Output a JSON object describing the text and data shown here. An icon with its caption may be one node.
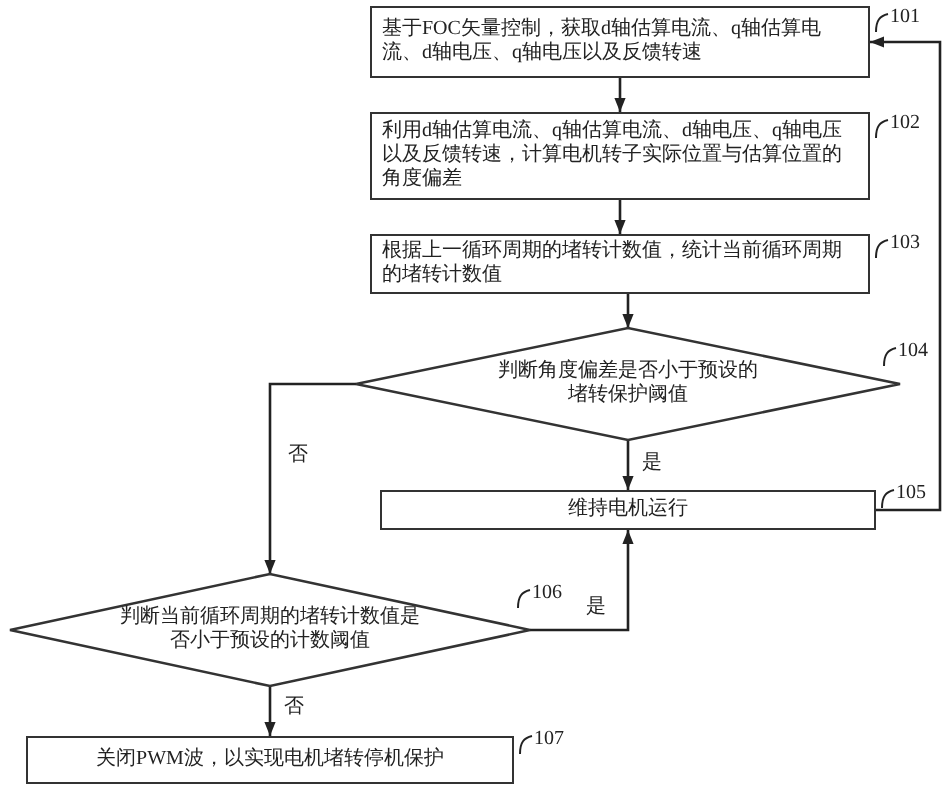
{
  "diagram": {
    "nodes": [
      {
        "text": [
          "基于FOC矢量控制，获取d轴估算电流、q轴估算电流、d轴电压、q轴电压以及反馈转速"
        ],
        "beside": [
          "101"
        ]
      },
      {
        "text": [
          "利用d轴估算电流、q轴估算电流、d轴电压、q轴电压以及反馈转速，计算电机转子实际位置与估算位置的角度偏差"
        ],
        "beside": [
          "102"
        ]
      },
      {
        "text": [
          "根据上一循环周期的堵转计数值，统计当前循环周期的堵转计数值"
        ],
        "beside": [
          "103"
        ]
      },
      {
        "text": [
          "判断角度偏差是否小于预设的堵转保护阈值"
        ],
        "beside": [
          "104"
        ]
      },
      {
        "text": [
          "维持电机运行"
        ],
        "beside": [
          "105"
        ]
      },
      {
        "text": [
          "判断当前循环周期的堵转计数值是否小于预设的计数阈值"
        ],
        "beside": [
          "106"
        ]
      },
      {
        "text": [
          "关闭PWM波，以实现电机堵转停机保护"
        ],
        "beside": [
          "107"
        ]
      }
    ],
    "edges": [
      {
        "from": 0,
        "to": 1,
        "arrow": "to"
      },
      {
        "from": 1,
        "to": 2,
        "arrow": "to"
      },
      {
        "from": 2,
        "to": 3,
        "arrow": "to"
      },
      {
        "from": 3,
        "to": 4,
        "arrow": "to",
        "label": "是"
      },
      {
        "from": 3,
        "to": 5,
        "arrow": "to",
        "label": "否"
      },
      {
        "from": 5,
        "to": 6,
        "arrow": "to",
        "label": "否"
      },
      {
        "from": 5,
        "to": 4,
        "arrow": "to",
        "label": "是"
      },
      {
        "from": 4,
        "to": 0,
        "arrow": "to"
      }
    ]
  }
}
